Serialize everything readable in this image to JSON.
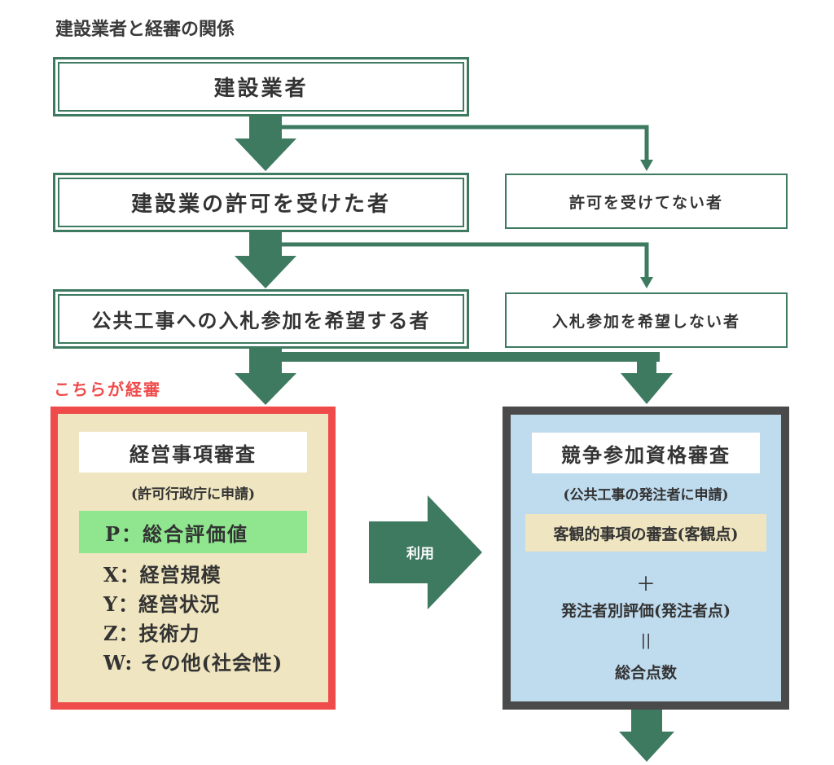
{
  "title": "建設業者と経審の関係",
  "colors": {
    "green": "#3d7a60",
    "red": "#ef4b4b",
    "dark": "#4a4a4a",
    "beige": "#efe5c0",
    "light_blue": "#bfdbee",
    "light_green": "#8fe68f"
  },
  "flow": {
    "contractor": "建設業者",
    "licensed": "建設業の許可を受けた者",
    "unlicensed": "許可を受けてない者",
    "bid_wishing": "公共工事への入札参加を希望する者",
    "bid_not_wishing": "入札参加を希望しない者"
  },
  "keishin_label": "こちらが経審",
  "left_panel": {
    "heading": "経営事項審査",
    "sub": "(許可行政庁に申請)",
    "p_item": "P：総合評価値",
    "items": [
      "X：経営規模",
      "Y：経営状況",
      "Z：技術力",
      "W: その他(社会性)"
    ]
  },
  "use_label": "利用",
  "right_panel": {
    "heading": "競争参加資格審査",
    "sub": "(公共工事の発注者に申請)",
    "objective": "客観的事項の審査(客観点)",
    "plus": "＋",
    "orderer": "発注者別評価(発注者点)",
    "equals": "||",
    "total": "総合点数"
  }
}
